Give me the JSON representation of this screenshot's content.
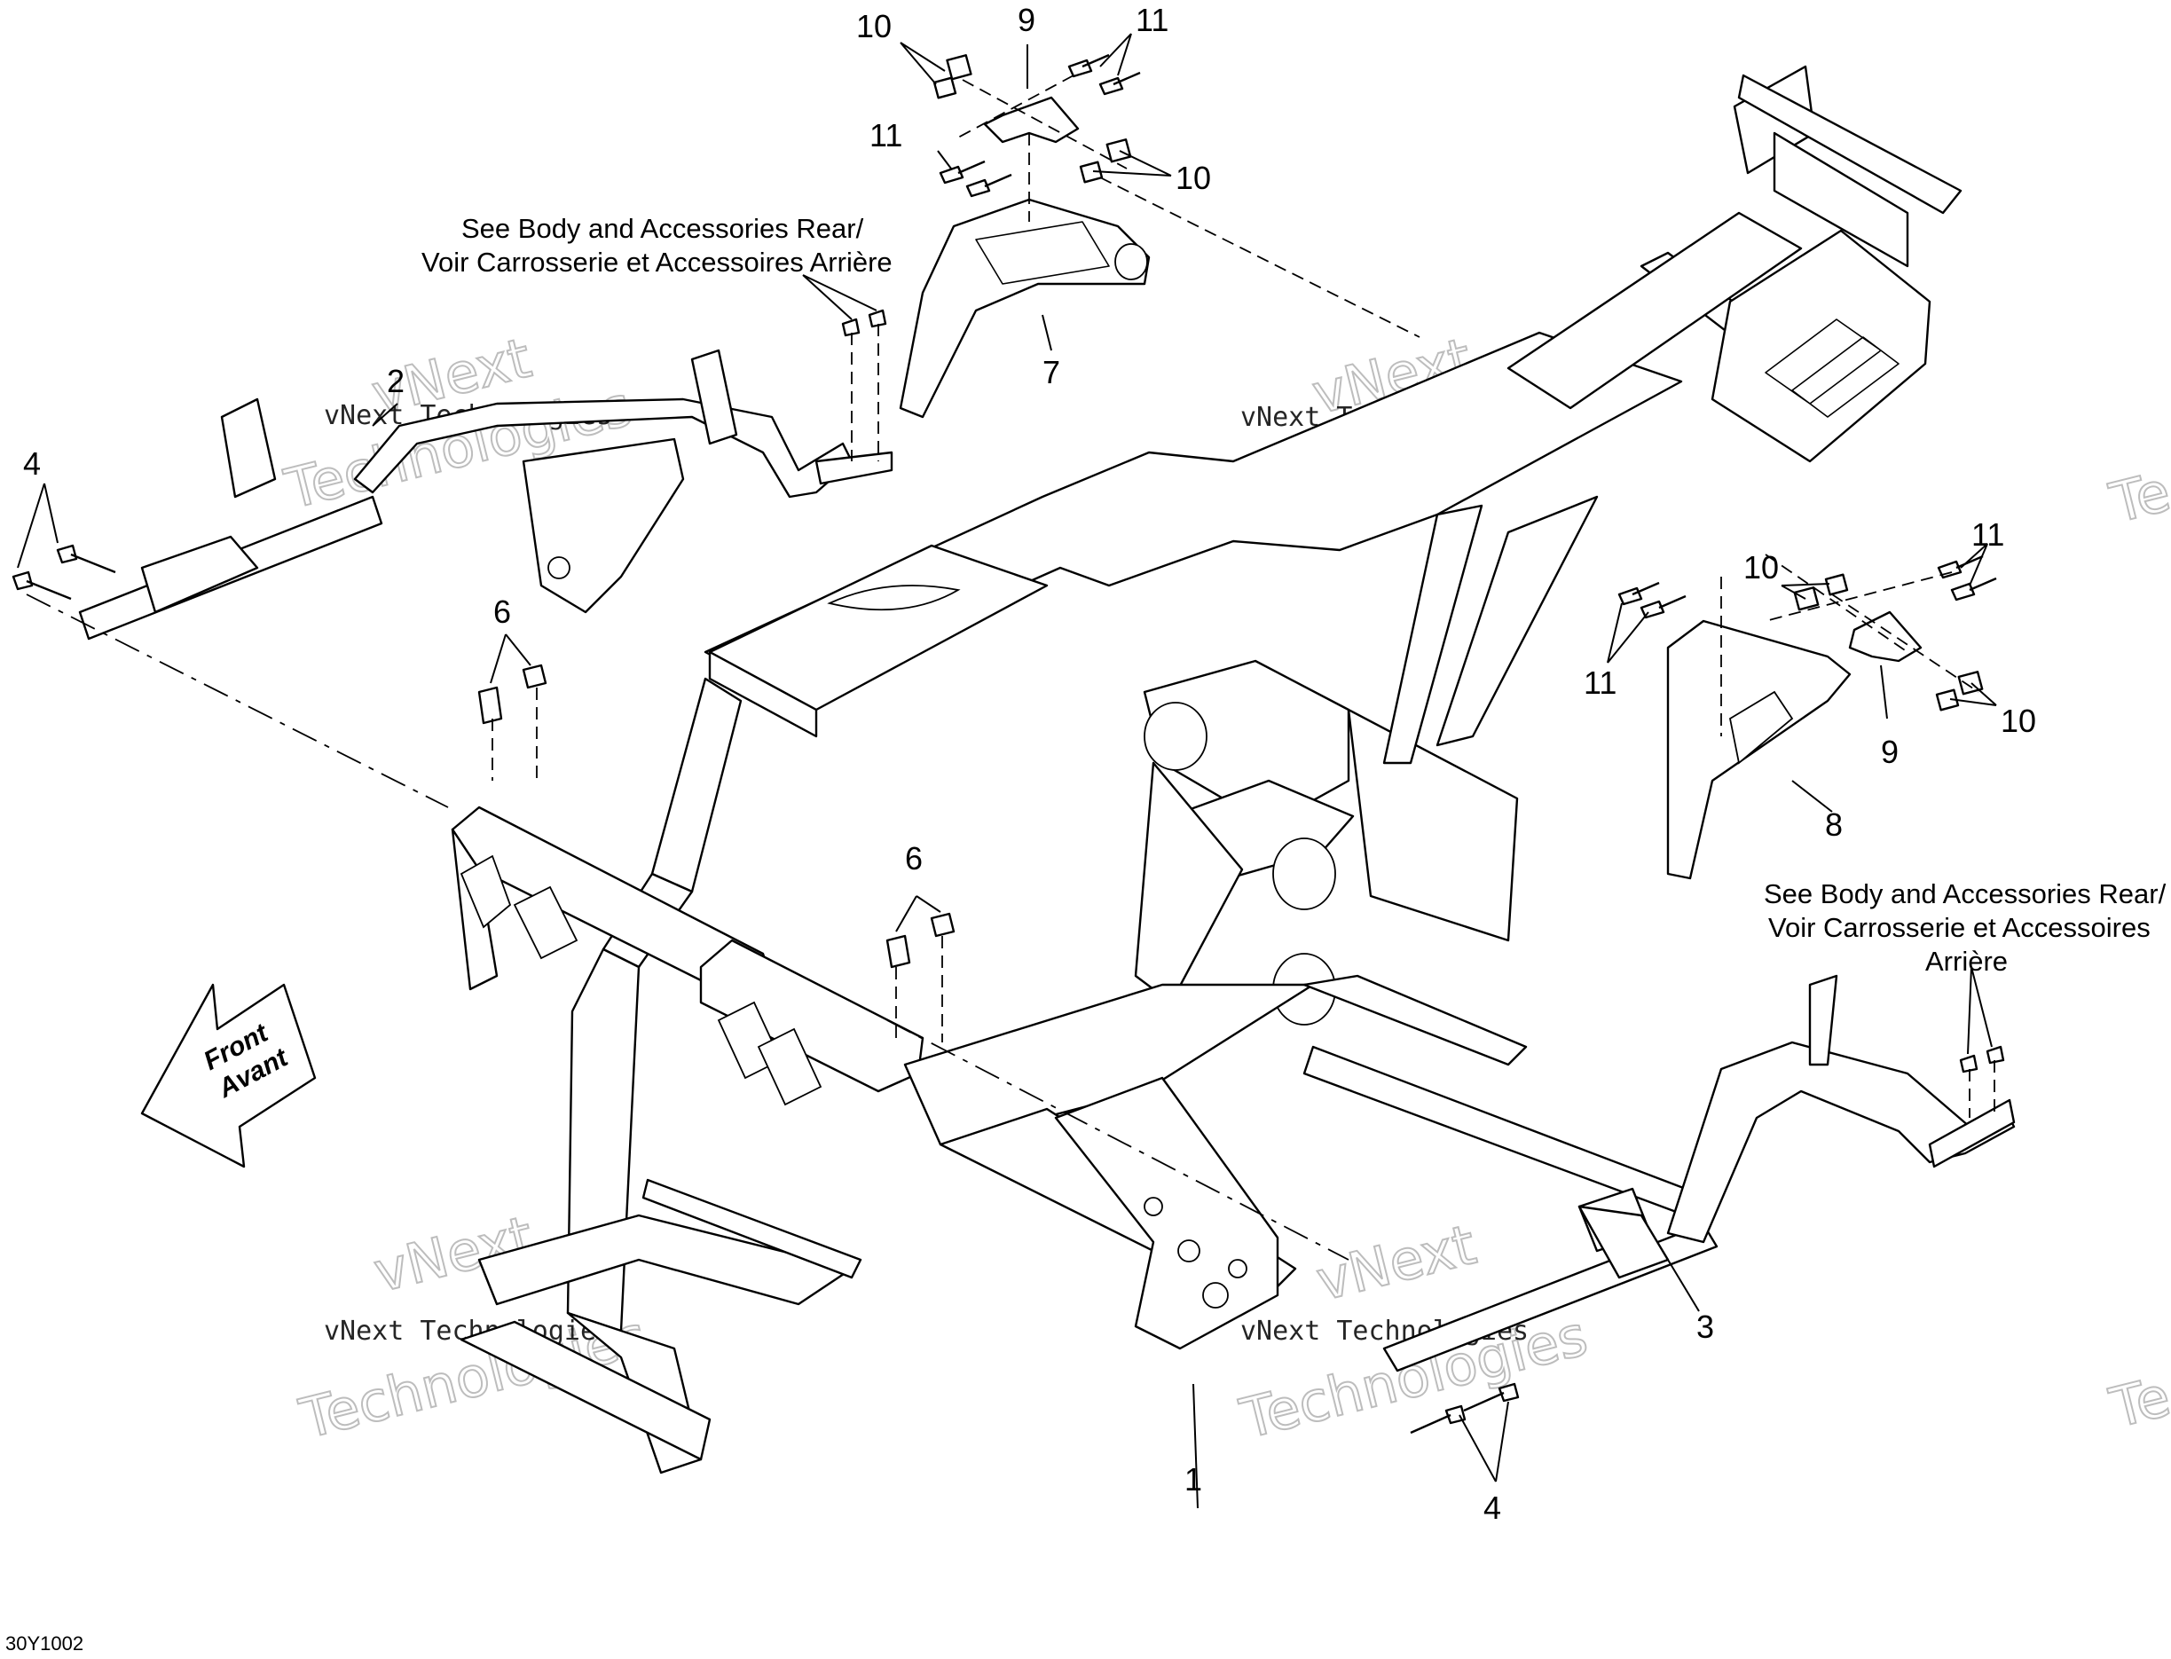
{
  "diagram": {
    "callouts": {
      "c1": "1",
      "c2": "2",
      "c3": "3",
      "c4a": "4",
      "c4b": "4",
      "c6a": "6",
      "c6b": "6",
      "c7": "7",
      "c8": "8",
      "c9a": "9",
      "c9b": "9",
      "c10a": "10",
      "c10b": "10",
      "c10c": "10",
      "c10d": "10",
      "c11a": "11",
      "c11b": "11",
      "c11c": "11",
      "c11d": "11"
    },
    "notes": {
      "rear_top_line1": "See Body and Accessories Rear/",
      "rear_top_line2": "Voir Carrosserie et Accessoires Arrière",
      "rear_right_line1": "See Body and Accessories Rear/",
      "rear_right_line2": "Voir Carrosserie et Accessoires",
      "rear_right_line3": "Arrière"
    },
    "front_arrow": {
      "line1": "Front",
      "line2": "Avant"
    },
    "watermark": {
      "small": "vNext Technologies",
      "big_line1": "vNext",
      "big_line2": "Technologies"
    },
    "drawing_code": "30Y1002"
  }
}
